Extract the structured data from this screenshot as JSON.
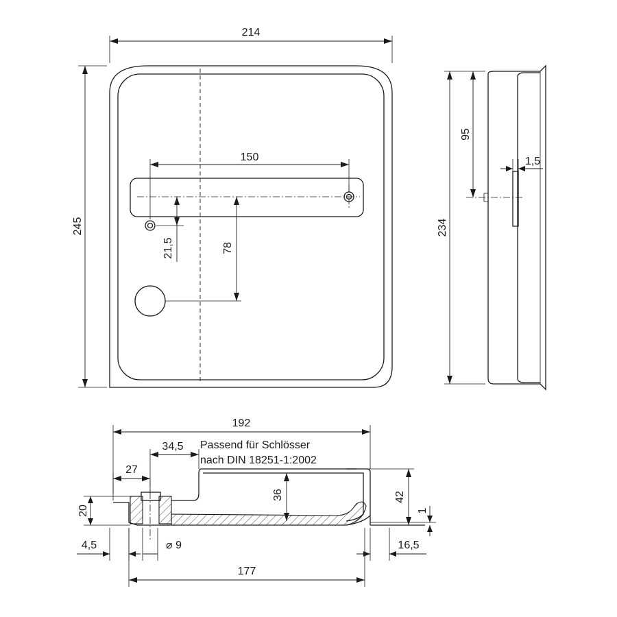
{
  "front_view": {
    "width": "214",
    "height": "245",
    "hole_spacing": "150",
    "hole_offset": "21,5",
    "cylinder_offset": "78"
  },
  "side_view": {
    "height": "234",
    "upper_offset": "95",
    "thickness": "1,5"
  },
  "section_view": {
    "overall_width": "192",
    "lock_offset": "34,5",
    "flange_width": "27",
    "height_left": "20",
    "inner_depth": "36",
    "overall_depth": "42",
    "lip": "1",
    "left_margin": "4,5",
    "hole_dia": "⌀ 9",
    "right_margin": "16,5",
    "base_width": "177"
  },
  "note": {
    "line1": "Passend für Schlösser",
    "line2": "nach DIN 18251-1:2002"
  }
}
